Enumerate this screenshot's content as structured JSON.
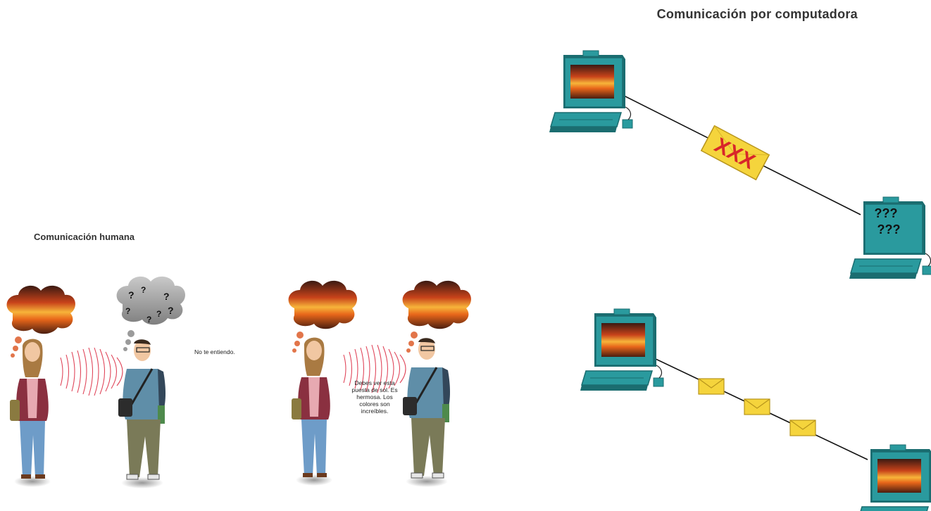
{
  "titles": {
    "computer": "Comunicación por computadora",
    "human": "Comunicación humana"
  },
  "scenes": {
    "failed": {
      "reply": "No te entiendo.",
      "garbled_packet": "XXX",
      "confused_marks": "??? ???"
    },
    "success": {
      "speech": "Debes ver esta puesta de sol. Es hermosa. Los colores son increíbles."
    }
  },
  "colors": {
    "monitor": "#2a9a9e",
    "monitor_dark": "#1b6d70",
    "sunset": "#e8661a",
    "envelope": "#f5d43c",
    "garbled_text": "#d8262a",
    "thought_gray": "#9b9b9b",
    "sound_wave": "#e0465a"
  },
  "icons": [
    "computer-icon",
    "envelope-icon",
    "thought-cloud-icon",
    "person-icon",
    "sound-wave-icon"
  ]
}
